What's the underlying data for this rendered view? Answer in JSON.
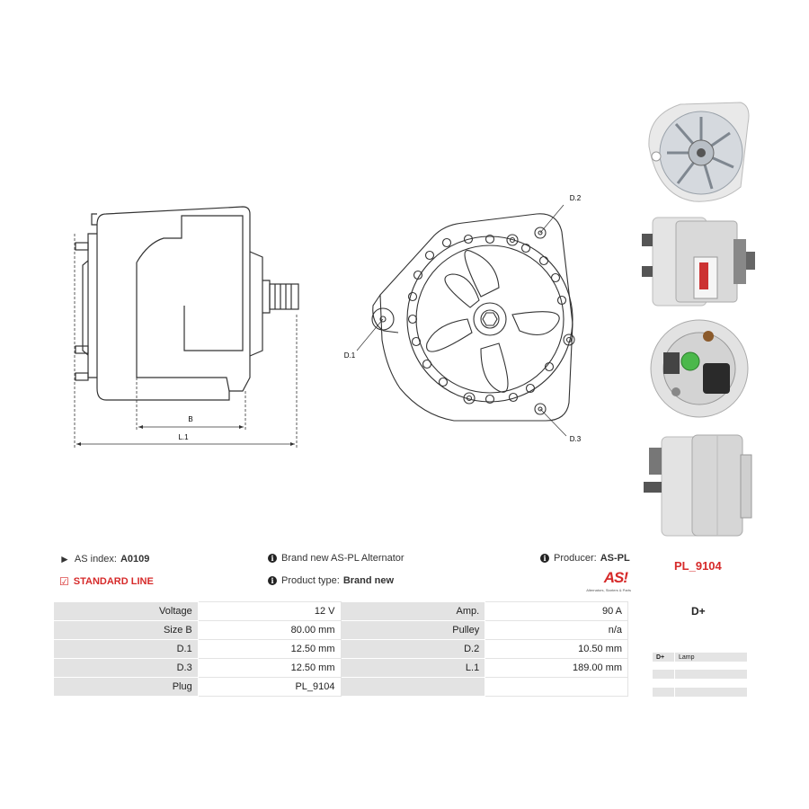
{
  "drawing": {
    "label_b": "B",
    "label_l1": "L.1",
    "label_d1": "D.1",
    "label_d2": "D.2",
    "label_d3": "D.3"
  },
  "info": {
    "as_index_label": "AS index:",
    "as_index_value": "A0109",
    "standard_line": "STANDARD LINE",
    "description": "Brand new AS-PL Alternator",
    "product_type_label": "Product type:",
    "product_type_value": "Brand new",
    "producer_label": "Producer:",
    "producer_value": "AS-PL",
    "part_number": "PL_9104",
    "logo_text": "AS",
    "logo_tagline": "Alternators, Starters & Parts"
  },
  "spec_rows": [
    {
      "l1": "Voltage",
      "v1": "12 V",
      "l2": "Amp.",
      "v2": "90 A"
    },
    {
      "l1": "Size B",
      "v1": "80.00 mm",
      "l2": "Pulley",
      "v2": "n/a"
    },
    {
      "l1": "D.1",
      "v1": "12.50 mm",
      "l2": "D.2",
      "v2": "10.50 mm"
    },
    {
      "l1": "D.3",
      "v1": "12.50 mm",
      "l2": "L.1",
      "v2": "189.00 mm"
    },
    {
      "l1": "Plug",
      "v1": "PL_9104",
      "l2": "",
      "v2": ""
    }
  ],
  "terminals": {
    "title": "D+",
    "rows": [
      {
        "key": "D+",
        "value": "Lamp"
      },
      {
        "key": "",
        "value": ""
      },
      {
        "key": "",
        "value": ""
      }
    ]
  },
  "colors": {
    "accent_red": "#d62a2a",
    "table_grey": "#e3e3e3"
  }
}
